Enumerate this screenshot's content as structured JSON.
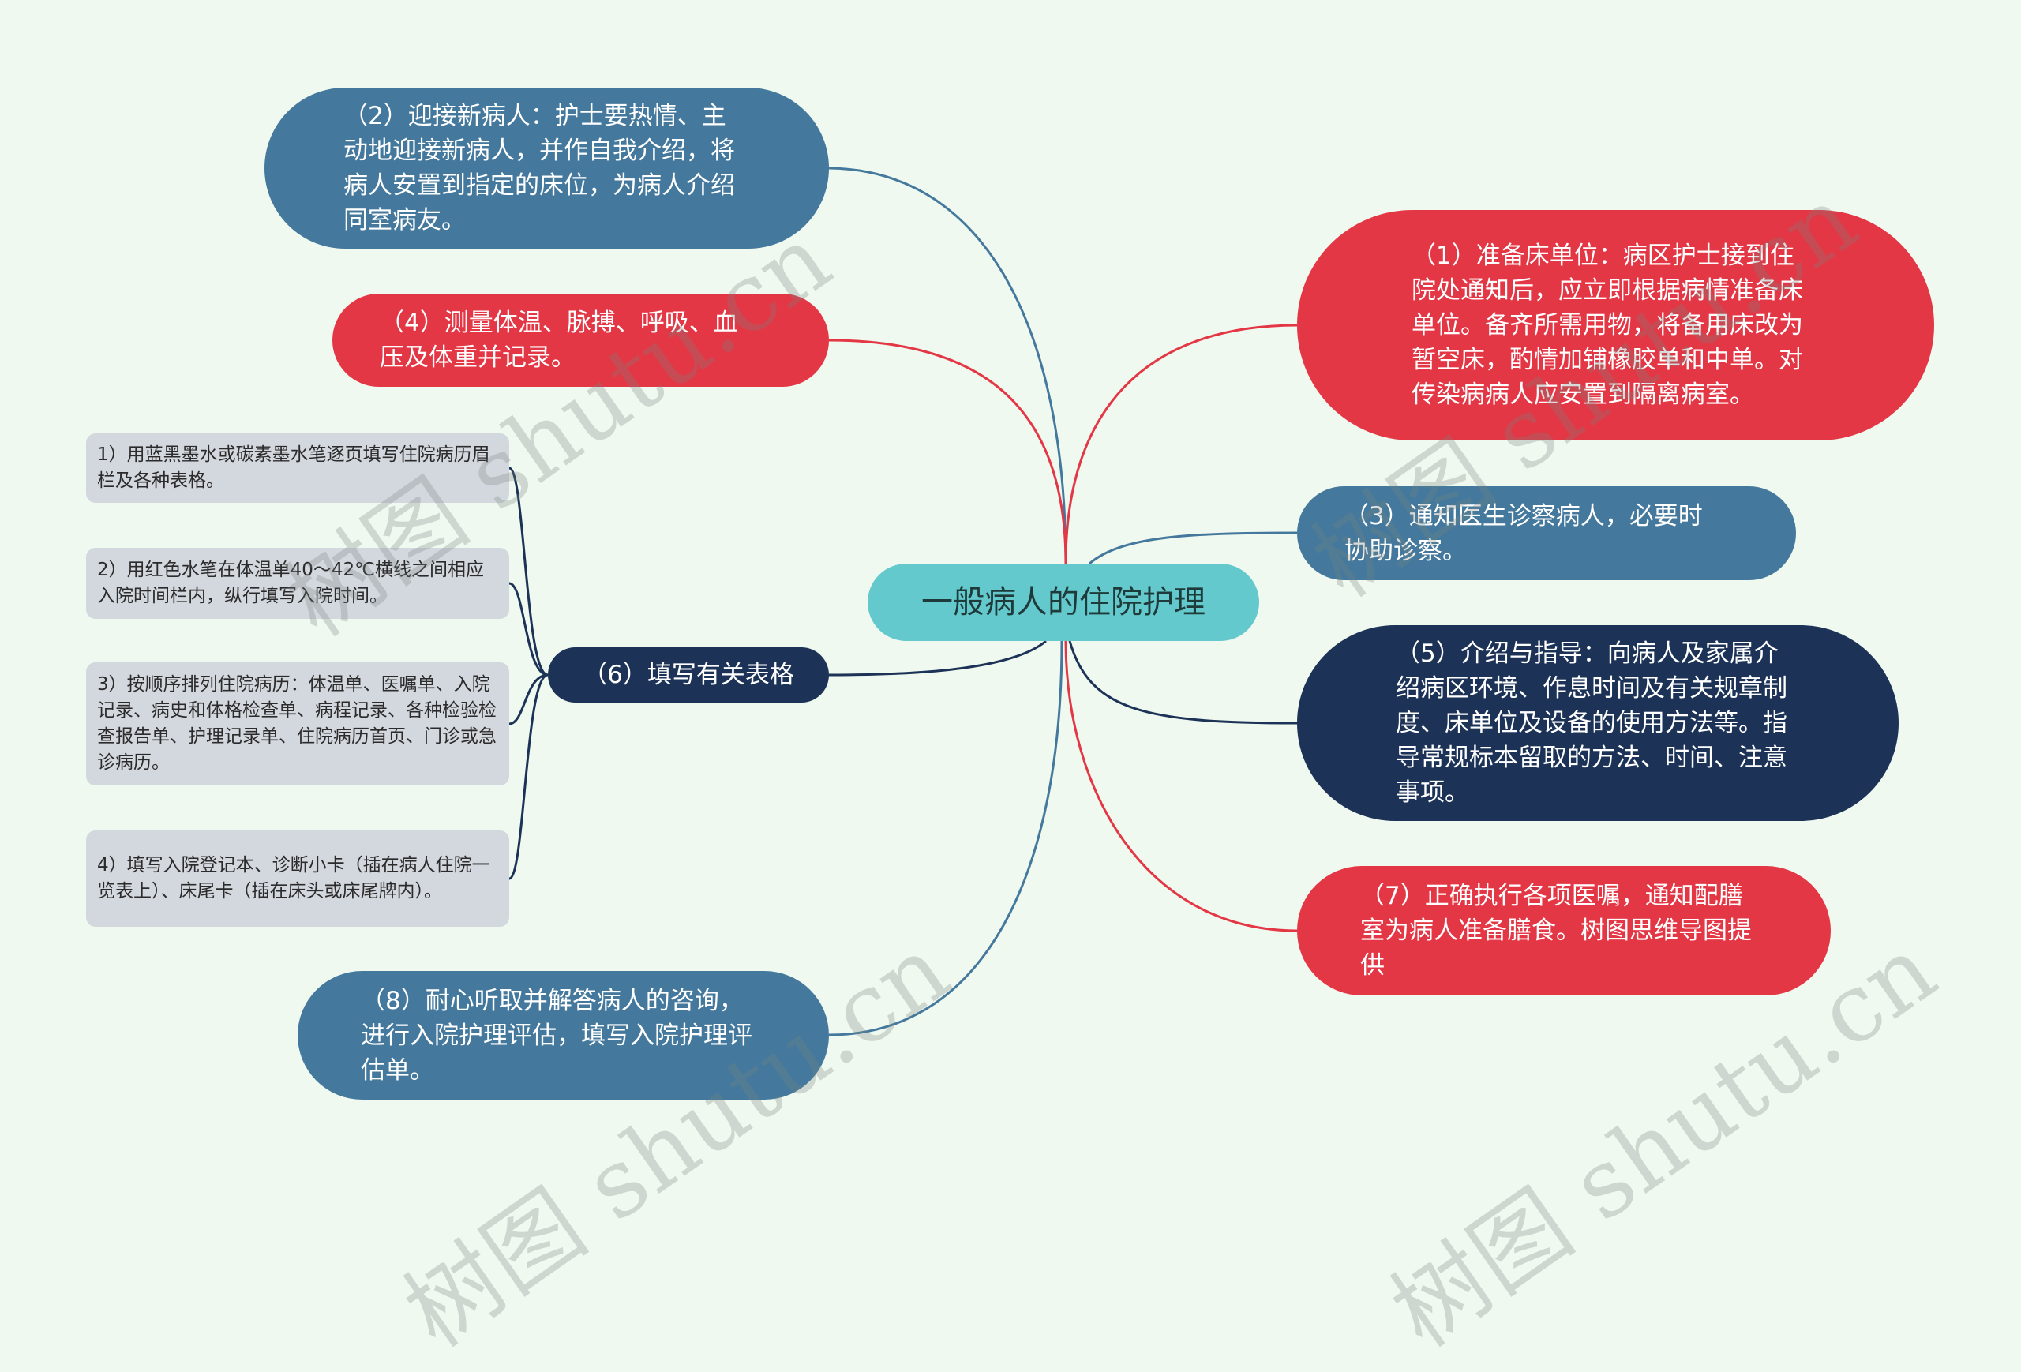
{
  "central_topic": "一般病人的住院护理",
  "branches": [
    {
      "id": "1",
      "text": "（1）准备床单位：病区护士接到住院处通知后，应立即根据病情准备床单位。备齐所需用物，将备用床改为暂空床，酌情加铺橡胶单和中单。对传染病病人应安置到隔离病室。",
      "color": "#e43745"
    },
    {
      "id": "2",
      "text": "（2）迎接新病人：护士要热情、主动地迎接新病人，并作自我介绍，将病人安置到指定的床位，为病人介绍同室病友。",
      "color": "#44799d"
    },
    {
      "id": "3",
      "text": "（3）通知医生诊察病人，必要时协助诊察。",
      "color": "#44799d"
    },
    {
      "id": "4",
      "text": "（4）测量体温、脉搏、呼吸、血压及体重并记录。",
      "color": "#e43745"
    },
    {
      "id": "5",
      "text": "（5）介绍与指导：向病人及家属介绍病区环境、作息时间及有关规章制度、床单位及设备的使用方法等。指导常规标本留取的方法、时间、注意事项。",
      "color": "#1c3357"
    },
    {
      "id": "6",
      "text": "（6）填写有关表格",
      "color": "#1c3357",
      "children": [
        "1）用蓝黑墨水或碳素墨水笔逐页填写住院病历眉栏及各种表格。",
        "2）用红色水笔在体温单40～42℃横线之间相应入院时间栏内，纵行填写入院时间。",
        "3）按顺序排列住院病历：体温单、医嘱单、入院记录、病史和体格检查单、病程记录、各种检验检查报告单、护理记录单、住院病历首页、门诊或急诊病历。",
        "4）填写入院登记本、诊断小卡（插在病人住院一览表上）、床尾卡（插在床头或床尾牌内）。"
      ]
    },
    {
      "id": "7",
      "text": "（7）正确执行各项医嘱，通知配膳室为病人准备膳食。树图思维导图提供",
      "color": "#e43745"
    },
    {
      "id": "8",
      "text": "（8）耐心听取并解答病人的咨询，进行入院护理评估，填写入院护理评估单。",
      "color": "#44799d"
    }
  ],
  "watermark": "树图 shutu.cn",
  "colors": {
    "background": "#f0f9ef",
    "center": "#63c9cc",
    "red": "#e43745",
    "blue": "#44799d",
    "navy": "#1c3357",
    "sub": "#d3d7de"
  }
}
